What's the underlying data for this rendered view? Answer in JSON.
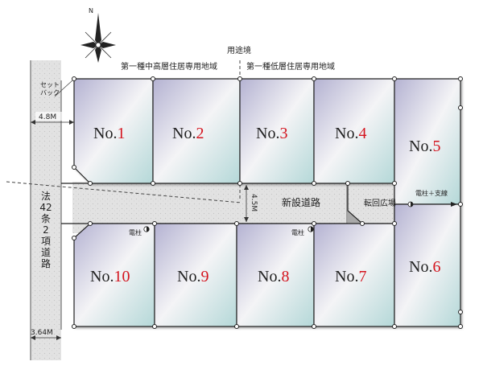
{
  "compass": {
    "north_label": "N"
  },
  "zoning": {
    "boundary_label": "用途境",
    "left_zone": "第一種中高層住居専用地域",
    "right_zone": "第一種低層住居専用地域"
  },
  "setback_label": [
    "セット",
    "バック"
  ],
  "west_road": {
    "label_chars": [
      "法",
      "42",
      "条",
      "2",
      "項",
      "道",
      "路"
    ],
    "width_top": "4.8M",
    "width_bottom": "3.64M"
  },
  "new_road": {
    "label": "新設道路",
    "width": "4.5M",
    "turnaround_label": "転回広場"
  },
  "utilities": {
    "pole_label": "電柱",
    "pole_guy_label": "電柱＋支線"
  },
  "lots": [
    {
      "prefix": "No.",
      "number": "1"
    },
    {
      "prefix": "No.",
      "number": "2"
    },
    {
      "prefix": "No.",
      "number": "3"
    },
    {
      "prefix": "No.",
      "number": "4"
    },
    {
      "prefix": "No.",
      "number": "5"
    },
    {
      "prefix": "No.",
      "number": "6"
    },
    {
      "prefix": "No.",
      "number": "7"
    },
    {
      "prefix": "No.",
      "number": "8"
    },
    {
      "prefix": "No.",
      "number": "9"
    },
    {
      "prefix": "No.",
      "number": "10"
    }
  ]
}
